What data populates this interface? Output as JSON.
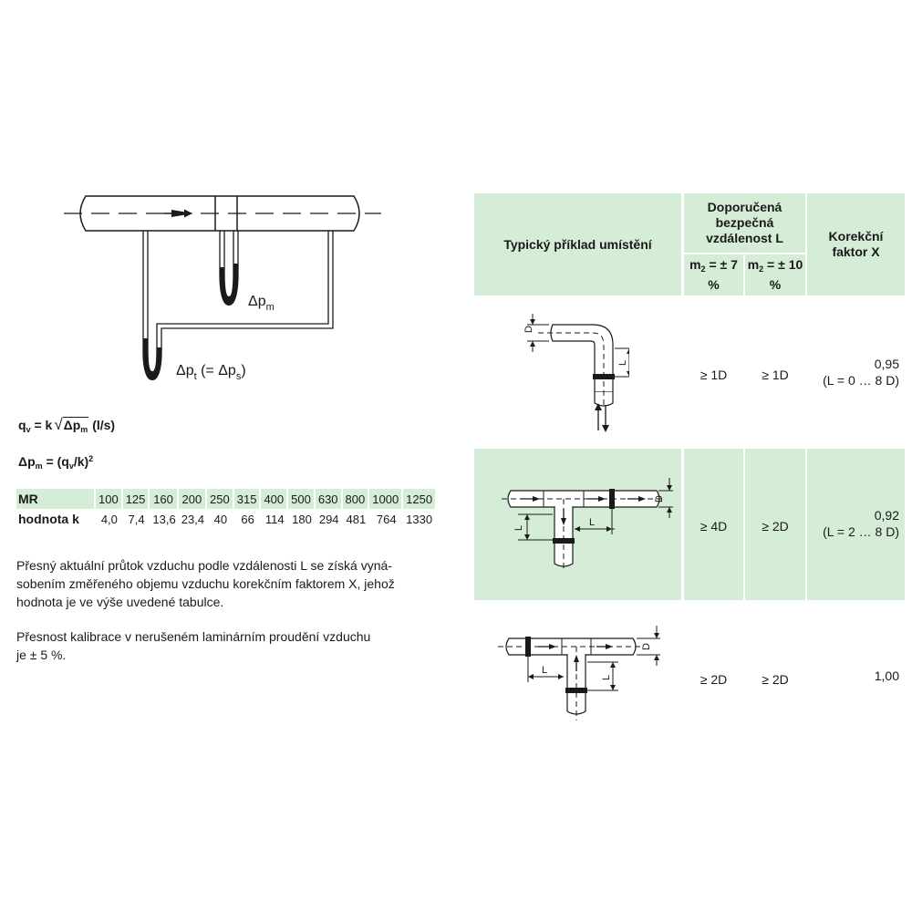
{
  "diagram": {
    "label_pm_delta": "Δp",
    "label_pm_sub": "m",
    "label_pt_delta": "Δp",
    "label_pt_sub": "t",
    "label_pt_mid": " (= Δp",
    "label_pt_sub2": "s",
    "label_pt_end": ")"
  },
  "formula1": {
    "q": "q",
    "q_sub": "v",
    "eq": " = k",
    "root": "Δp",
    "root_sub": "m",
    "unit": " (l/s)"
  },
  "formula2": {
    "delta": "Δp",
    "delta_sub": "m",
    "eq": " = (q",
    "q_sub": "v",
    "rest": "/k)",
    "sup": "2"
  },
  "mr_table": {
    "mr_label": "MR",
    "k_label": "hodnota k",
    "mr_values": [
      "100",
      "125",
      "160",
      "200",
      "250",
      "315",
      "400",
      "500",
      "630",
      "800",
      "1000",
      "1250"
    ],
    "k_values": [
      "4,0",
      "7,4",
      "13,6",
      "23,4",
      "40",
      "66",
      "114",
      "180",
      "294",
      "481",
      "764",
      "1330"
    ]
  },
  "paragraphs": {
    "p1_l1": "Přesný aktuální průtok vzduchu podle vzdálenosti L se získá vyná-",
    "p1_l2": "sobením změřeného objemu vzduchu korekčním faktorem X, jehož",
    "p1_l3": "hodnota je ve výše uvedené tabulce.",
    "p2_l1": "Přesnost kalibrace v nerušeném laminárním proudění vzduchu",
    "p2_l2": "je ± 5 %."
  },
  "placement_table": {
    "head_example": "Typický příklad umístění",
    "head_distance": "Doporučená bezpečná vzdálenost L",
    "head_m_letter": "m",
    "head_m_sub": "2",
    "head_m1_value": " = ± 7 %",
    "head_m2_value": " = ± 10 %",
    "head_factor": "Korekční faktor X",
    "dim_D": "D",
    "dim_L": "L",
    "rows": [
      {
        "m1": "≥ 1D",
        "m2": "≥ 1D",
        "x": "0,95",
        "range": "(L = 0 … 8 D)"
      },
      {
        "m1": "≥ 4D",
        "m2": "≥ 2D",
        "x": "0,92",
        "range": "(L = 2 … 8 D)"
      },
      {
        "m1": "≥ 2D",
        "m2": "≥ 2D",
        "x": "1,00",
        "range": ""
      }
    ]
  },
  "colors": {
    "header_green": "#d5ecd6",
    "text": "#1a1a1a"
  }
}
